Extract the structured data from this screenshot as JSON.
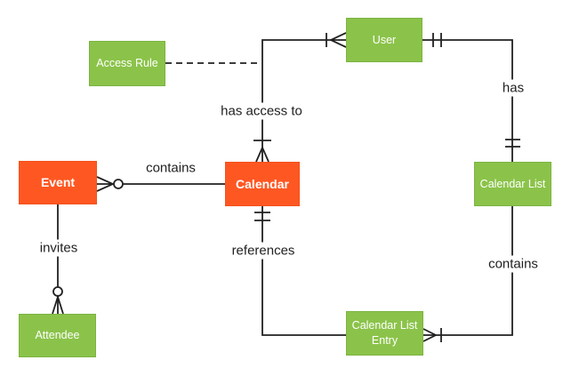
{
  "diagram": {
    "type": "entity-relationship-diagram",
    "colors": {
      "entity_green": "#8BC34A",
      "entity_orange": "#FF5722",
      "line": "#212121",
      "background": "#FFFFFF",
      "entity_text": "#FFFFFF"
    },
    "entities": {
      "event": {
        "label": "Event",
        "color": "#FF5722"
      },
      "calendar": {
        "label": "Calendar",
        "color": "#FF5722"
      },
      "access_rule": {
        "label": "Access Rule",
        "color": "#8BC34A"
      },
      "user": {
        "label": "User",
        "color": "#8BC34A"
      },
      "calendar_list": {
        "label": "Calendar List",
        "color": "#8BC34A"
      },
      "calendar_list_entry": {
        "label": "Calendar List Entry",
        "color": "#8BC34A"
      },
      "attendee": {
        "label": "Attendee",
        "color": "#8BC34A"
      }
    },
    "relationships": {
      "event_contains_calendar": {
        "label": "contains",
        "from": "Event",
        "to": "Calendar",
        "from_cardinality": "zero-or-many"
      },
      "calendar_has_access_to_user": {
        "label": "has access to",
        "from": "Calendar",
        "to": "User",
        "from_cardinality": "one-or-many",
        "to_cardinality": "one-or-many"
      },
      "access_rule_attachment": {
        "label": "",
        "from": "Access Rule",
        "to": "has access to relationship",
        "style": "dashed"
      },
      "user_has_calendar_list": {
        "label": "has",
        "from": "User",
        "to": "Calendar List",
        "from_cardinality": "one-and-only-one",
        "to_cardinality": "one-and-only-one"
      },
      "calendar_list_contains_entry": {
        "label": "contains",
        "from": "Calendar List",
        "to": "Calendar List Entry",
        "to_cardinality": "one-or-many"
      },
      "calendar_references_entry": {
        "label": "references",
        "from": "Calendar",
        "to": "Calendar List Entry",
        "from_cardinality": "one-and-only-one"
      },
      "event_invites_attendee": {
        "label": "invites",
        "from": "Event",
        "to": "Attendee",
        "to_cardinality": "zero-or-many"
      }
    }
  }
}
